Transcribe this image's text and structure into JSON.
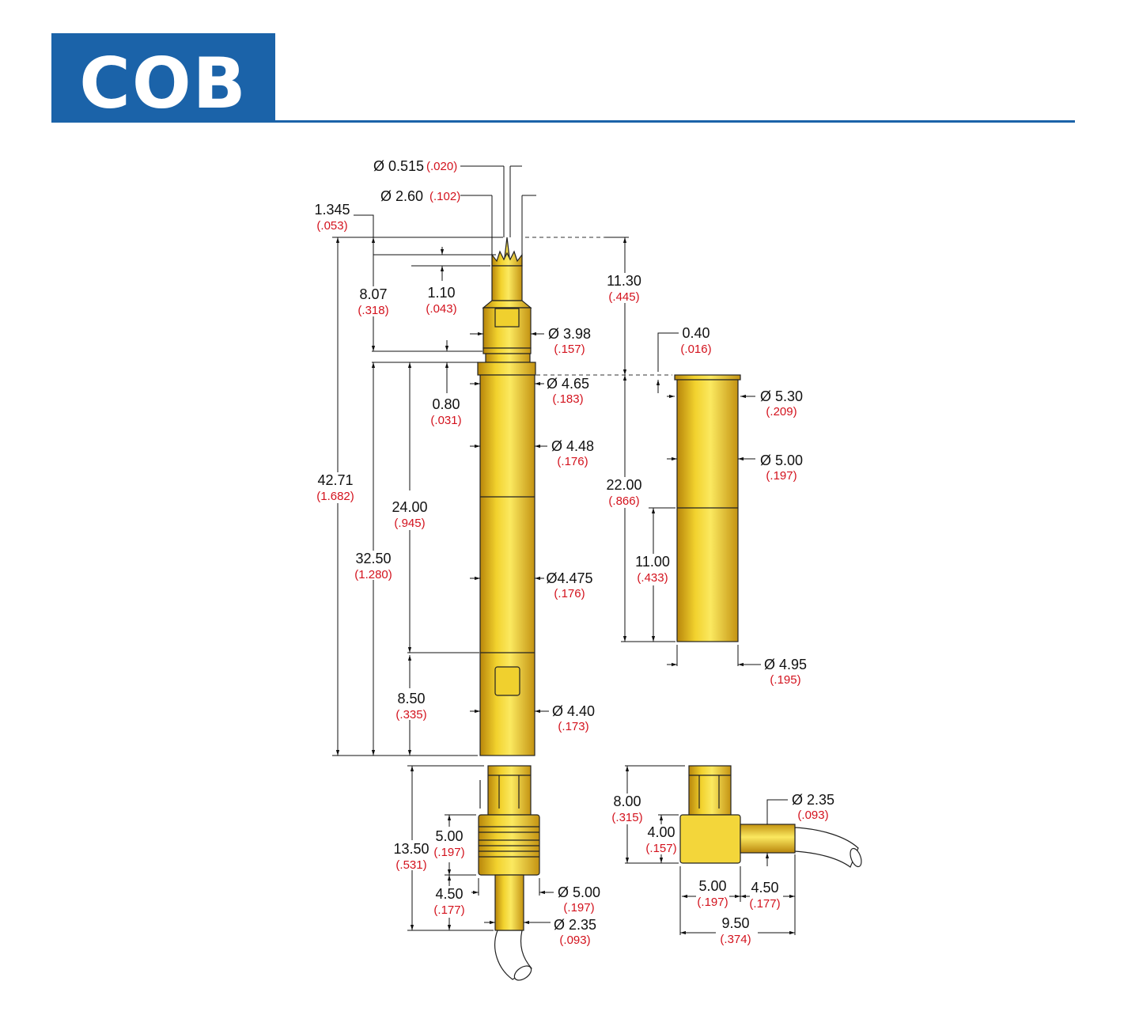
{
  "header": {
    "title": "COB",
    "accent": "#1b63a9"
  },
  "colors": {
    "gold": "#e8c12a",
    "inch_text": "#d3121d"
  },
  "dims": [
    {
      "mm": "Ø 0.515",
      "inch": "(.020)"
    },
    {
      "mm": "Ø 2.60",
      "inch": "(.102)"
    },
    {
      "mm": "1.345",
      "inch": "(.053)"
    },
    {
      "mm": "8.07",
      "inch": "(.318)"
    },
    {
      "mm": "1.10",
      "inch": "(.043)"
    },
    {
      "mm": "11.30",
      "inch": "(.445)"
    },
    {
      "mm": "Ø 3.98",
      "inch": "(.157)"
    },
    {
      "mm": "0.40",
      "inch": "(.016)"
    },
    {
      "mm": "Ø 4.65",
      "inch": "(.183)"
    },
    {
      "mm": "Ø 5.30",
      "inch": "(.209)"
    },
    {
      "mm": "0.80",
      "inch": "(.031)"
    },
    {
      "mm": "Ø 4.48",
      "inch": "(.176)"
    },
    {
      "mm": "Ø 5.00",
      "inch": "(.197)"
    },
    {
      "mm": "22.00",
      "inch": "(.866)"
    },
    {
      "mm": "42.71",
      "inch": "(1.682)"
    },
    {
      "mm": "24.00",
      "inch": "(.945)"
    },
    {
      "mm": "32.50",
      "inch": "(1.280)"
    },
    {
      "mm": "11.00",
      "inch": "(.433)"
    },
    {
      "mm": "Ø4.475",
      "inch": "(.176)"
    },
    {
      "mm": "Ø 4.95",
      "inch": "(.195)"
    },
    {
      "mm": "8.50",
      "inch": "(.335)"
    },
    {
      "mm": "Ø 4.40",
      "inch": "(.173)"
    },
    {
      "mm": "13.50",
      "inch": "(.531)"
    },
    {
      "mm": "5.00",
      "inch": "(.197)"
    },
    {
      "mm": "8.00",
      "inch": "(.315)"
    },
    {
      "mm": "4.00",
      "inch": "(.157)"
    },
    {
      "mm": "Ø 2.35",
      "inch": "(.093)"
    },
    {
      "mm": "4.50",
      "inch": "(.177)"
    },
    {
      "mm": "Ø 5.00",
      "inch": "(.197)"
    },
    {
      "mm": "Ø 2.35",
      "inch": "(.093)"
    },
    {
      "mm": "5.00",
      "inch": "(.197)"
    },
    {
      "mm": "4.50",
      "inch": "(.177)"
    },
    {
      "mm": "9.50",
      "inch": "(.374)"
    }
  ]
}
